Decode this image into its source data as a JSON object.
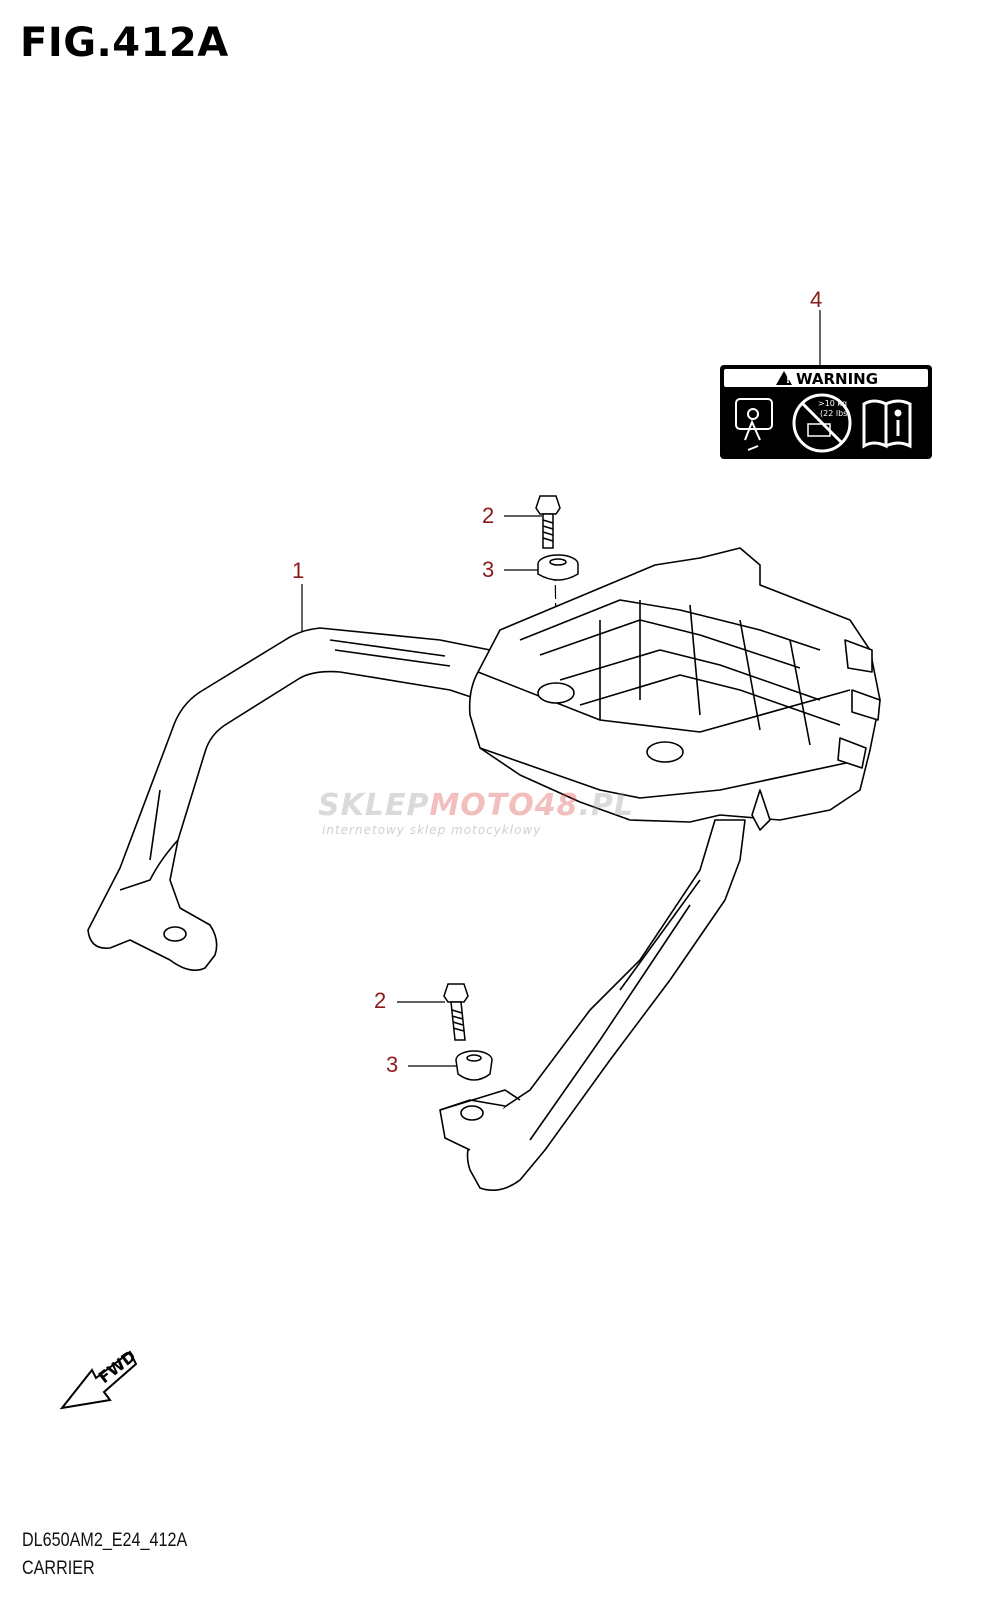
{
  "figure": {
    "title": "FIG.412A"
  },
  "callouts": {
    "part_1": "1",
    "part_2_upper": "2",
    "part_3_upper": "3",
    "part_2_lower": "2",
    "part_3_lower": "3",
    "part_4": "4"
  },
  "warning_label": {
    "heading": "WARNING",
    "load_limit": ">10 kg",
    "load_limit_lbs": "(22 lbs)",
    "icons": [
      "warning-triangle-icon",
      "rider-with-luggage-icon",
      "no-overload-icon",
      "read-manual-icon"
    ]
  },
  "direction_marker": {
    "label": "FWD",
    "icon": "forward-arrow-icon"
  },
  "footer": {
    "code": "DL650AM2_E24_412A",
    "name": "CARRIER"
  },
  "watermark": {
    "brand_part1": "SKLEP",
    "brand_part2": "MOTO",
    "brand_part3": "48",
    "brand_part4": ".PL",
    "tagline": "internetowy sklep motocyklowy"
  },
  "colors": {
    "callout": "#8b1a1a",
    "line": "#000000",
    "label_background": "#000000"
  }
}
